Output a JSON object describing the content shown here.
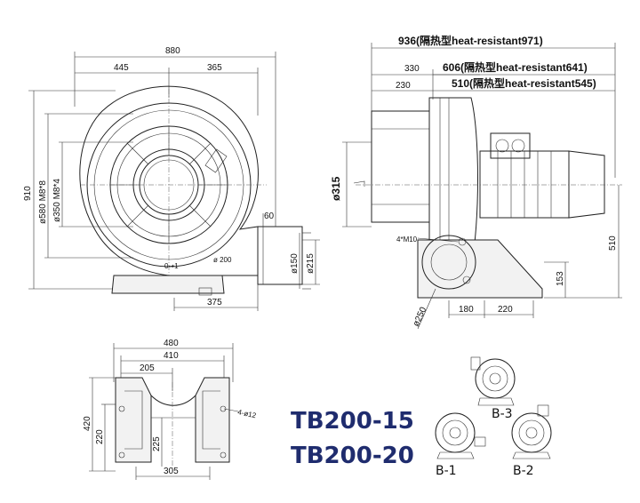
{
  "front_view": {
    "dims": {
      "overall_width": "880",
      "left_width": "445",
      "right_width": "365",
      "height": "910",
      "bolt_circle_large": "ø580 M8*8",
      "bolt_circle_small": "ø350 M8*4",
      "outlet_offset": "60",
      "outlet_dia": "ø150",
      "outlet_outer": "ø215",
      "outlet_width": "375",
      "inlet_label": "ø 200",
      "rotation_label": "0⇢1"
    }
  },
  "side_view": {
    "dims": {
      "total_length": "936(隔热型heat-resistant971)",
      "to_motor": "606(隔热型heat-resistant641)",
      "motor_section": "510(隔热型heat-resistant545)",
      "inlet_offset": "330",
      "inlet_short": "230",
      "inlet_dia": "ø315",
      "center_height": "510",
      "base_height": "153",
      "holes": "4*M10",
      "base_dia": "ø250",
      "foot_a": "180",
      "foot_b": "220"
    }
  },
  "base_view": {
    "dims": {
      "outer_width": "480",
      "mid_width": "410",
      "half_width": "205",
      "height": "420",
      "inner_height": "220",
      "center_height": "225",
      "bottom_width": "305",
      "holes": "4-ø12"
    }
  },
  "models": [
    "TB200-15",
    "TB200-20"
  ],
  "configurations": [
    "B-3",
    "B-1",
    "B-2"
  ]
}
